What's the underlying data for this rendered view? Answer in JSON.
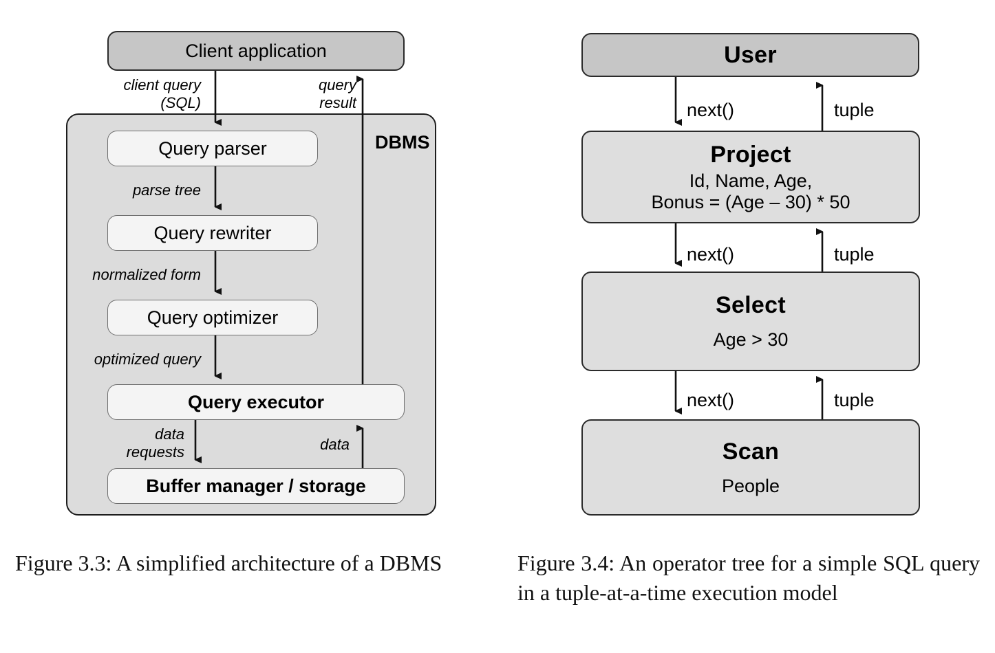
{
  "figure_left": {
    "client_box": {
      "label": "Client application"
    },
    "container": {
      "label": "DBMS"
    },
    "stages": [
      {
        "label": "Query parser",
        "bold": false
      },
      {
        "label": "Query rewriter",
        "bold": false
      },
      {
        "label": "Query optimizer",
        "bold": false
      },
      {
        "label": "Query executor",
        "bold": true
      },
      {
        "label": "Buffer manager / storage",
        "bold": true
      }
    ],
    "edge_labels": {
      "client_query": "client query\n(SQL)",
      "query_result": "query\nresult",
      "parse_tree": "parse tree",
      "normalized_form": "normalized form",
      "optimized_query": "optimized query",
      "data_requests": "data\nrequests",
      "data": "data"
    },
    "caption": "Figure 3.3: A simplified architecture of a DBMS"
  },
  "figure_right": {
    "nodes": [
      {
        "title": "User",
        "lines": []
      },
      {
        "title": "Project",
        "lines": [
          "Id, Name, Age,",
          "Bonus = (Age – 30) * 50"
        ]
      },
      {
        "title": "Select",
        "lines": [
          "Age > 30"
        ]
      },
      {
        "title": "Scan",
        "lines": [
          "People"
        ]
      }
    ],
    "edge_labels": {
      "down": "next()",
      "up": "tuple"
    },
    "caption": "Figure 3.4: An operator tree for a simple SQL query in a tuple-at-a-time execution model"
  },
  "colors": {
    "client_fill": "#c6c6c6",
    "container_fill": "#dcdcdc",
    "stage_fill": "#f4f4f4",
    "node_fill": "#dedede",
    "stroke": "#1d1d1d"
  }
}
